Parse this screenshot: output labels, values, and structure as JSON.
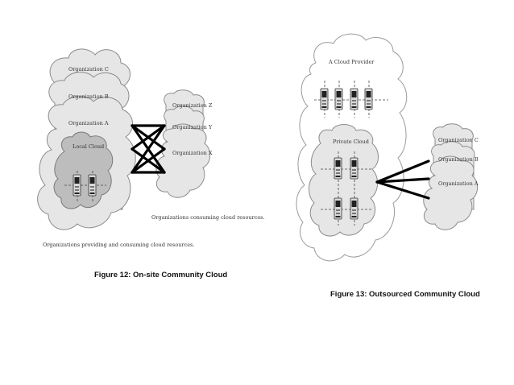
{
  "left_figure": {
    "org_c": "Organization C",
    "org_b": "Organization B",
    "org_a": "Organization A",
    "local_cloud": "Local Cloud",
    "org_z": "Organization Z",
    "org_y": "Organization Y",
    "org_x": "Organization X",
    "consuming_caption": "Organizations consuming cloud resources.",
    "providing_caption": "Organizations providing and consuming cloud resources.",
    "figure_caption": "Figure 12: On-site Community Cloud"
  },
  "right_figure": {
    "provider": "A Cloud Provider",
    "private_cloud": "Private Cloud",
    "org_c": "Organization C",
    "org_b": "Organization B",
    "org_a": "Organization A",
    "figure_caption": "Figure 13: Outsourced Community Cloud"
  },
  "icons": [
    "server-icon",
    "cloud-shape"
  ]
}
